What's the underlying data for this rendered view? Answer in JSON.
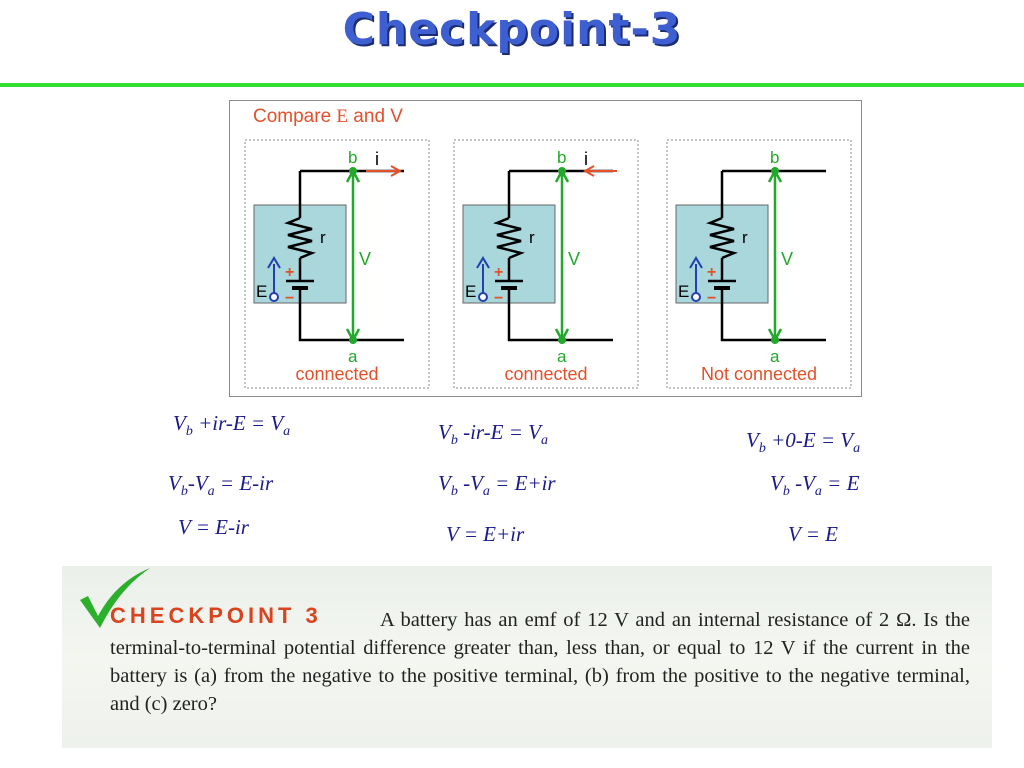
{
  "header": {
    "title": "Checkpoint-3",
    "rule_color": "#33dd33",
    "title_color": "#3d5fd1"
  },
  "figure": {
    "title_prefix": "Compare ",
    "title_E": "E",
    "title_suffix": " and V",
    "panels": [
      {
        "b": "b",
        "current": "i",
        "arrow": "right",
        "r": "r",
        "V": "V",
        "E": "E",
        "plus": "+",
        "minus": "−",
        "a": "a",
        "status": "connected"
      },
      {
        "b": "b",
        "current": "i",
        "arrow": "left",
        "r": "r",
        "V": "V",
        "E": "E",
        "plus": "+",
        "minus": "−",
        "a": "a",
        "status": "connected"
      },
      {
        "b": "b",
        "current": "",
        "arrow": "none",
        "r": "r",
        "V": "V",
        "E": "E",
        "plus": "+",
        "minus": "−",
        "a": "a",
        "status": "Not connected"
      }
    ],
    "colors": {
      "wire": "#000000",
      "green": "#22a82a",
      "orange": "#e4502a",
      "box": "#a9d7dc",
      "blue": "#2240b0"
    }
  },
  "equations": [
    {
      "parts": [
        [
          "V",
          "b"
        ],
        [
          " +ir-E = V",
          "a"
        ]
      ]
    },
    {
      "parts": [
        [
          "V",
          "b"
        ],
        [
          " -ir-E = V",
          "a"
        ]
      ]
    },
    {
      "parts": [
        [
          "V",
          "b"
        ],
        [
          " +0-E = V",
          "a"
        ]
      ]
    },
    {
      "parts": [
        [
          "V",
          "b"
        ],
        [
          "-V",
          "a"
        ],
        [
          "  = E-ir",
          ""
        ]
      ]
    },
    {
      "parts": [
        [
          "V",
          "b"
        ],
        [
          " -V",
          "a"
        ],
        [
          " = E+ir",
          ""
        ]
      ]
    },
    {
      "parts": [
        [
          "V",
          "b"
        ],
        [
          " -V",
          "a"
        ],
        [
          " = E",
          ""
        ]
      ]
    },
    {
      "parts": [
        [
          "V  = E-ir",
          ""
        ]
      ]
    },
    {
      "parts": [
        [
          "V  = E+ir",
          ""
        ]
      ]
    },
    {
      "parts": [
        [
          "V  = E",
          ""
        ]
      ]
    }
  ],
  "checkpoint": {
    "heading": "CHECKPOINT 3",
    "text": "A battery has an emf of 12 V and an internal resistance of 2 Ω. Is the terminal-to-terminal potential difference greater than, less than, or equal to 12 V if the current in the battery is (a) from the negative to the positive terminal, (b) from the positive to the negative terminal, and (c) zero?"
  }
}
